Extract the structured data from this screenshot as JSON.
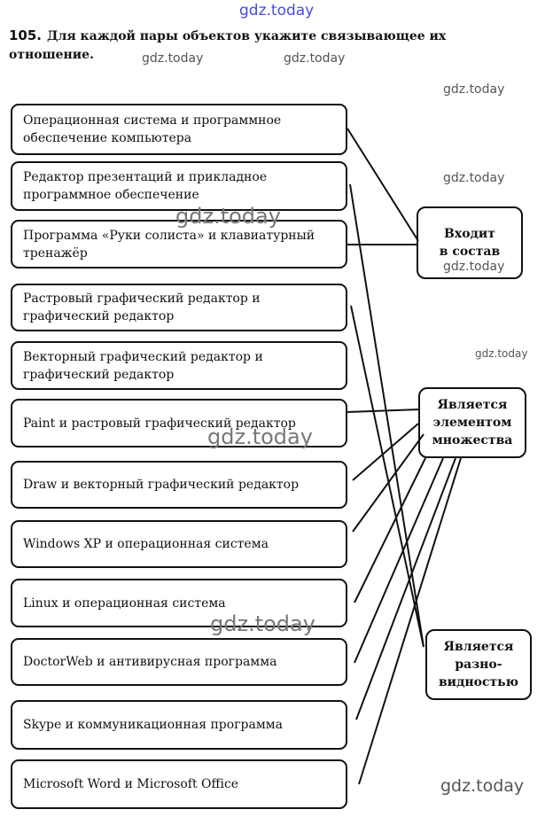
{
  "watermark": "gdz.today",
  "task": {
    "number": "105.",
    "text": "Для каждой пары объектов укажите связывающее их отношение."
  },
  "pairs": [
    "Операционная система и программное обеспечение компьютера",
    "Редактор презентаций и прикладное программное обеспечение",
    "Программа «Руки солиста» и клавиатурный тренажёр",
    "Растровый графический редактор и графический редактор",
    "Векторный графический редактор и графический редактор",
    "Paint и растровый графический редактор",
    "Draw и векторный графический редактор",
    "Windows XP и операционная система",
    "Linux и операционная система",
    "DoctorWeb и антивирусная программа",
    "Skype и коммуникационная программа",
    "Microsoft Word и Microsoft Office"
  ],
  "relations": [
    "Входит\nв состав",
    "Является\nэлементом\nмножества",
    "Является\nразно-\nвидностью"
  ],
  "links": [
    {
      "pair": 0,
      "relation": 0
    },
    {
      "pair": 2,
      "relation": 0
    },
    {
      "pair": 1,
      "relation": 2
    },
    {
      "pair": 3,
      "relation": 2
    },
    {
      "pair": 5,
      "relation": 1
    },
    {
      "pair": 6,
      "relation": 1
    },
    {
      "pair": 7,
      "relation": 1
    },
    {
      "pair": 8,
      "relation": 1
    },
    {
      "pair": 9,
      "relation": 1
    },
    {
      "pair": 10,
      "relation": 1
    },
    {
      "pair": 11,
      "relation": 1
    }
  ]
}
